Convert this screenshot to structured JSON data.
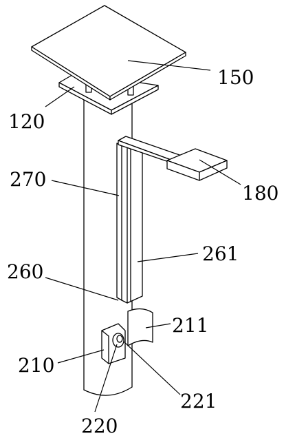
{
  "labels": {
    "panel": "150",
    "mount_plate": "120",
    "rail": "270",
    "lamp": "180",
    "channel": "261",
    "channel_bottom": "260",
    "clamp_band": "211",
    "bracket": "210",
    "knob": "221",
    "bolt": "220"
  }
}
